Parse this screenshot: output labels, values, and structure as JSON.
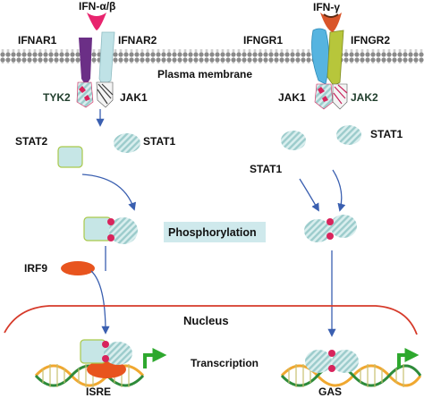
{
  "colors": {
    "arrow": "#3a5fb0",
    "nucleus_line": "#d63a2a",
    "stat1_fill": "#d9eeee",
    "stat1_stripe": "#9ccccc",
    "stat2_fill": "#c6e6e6",
    "stat2_border": "#a9c94a",
    "phospho": "#d8245c",
    "irf9": "#e8541e",
    "gene_arrow": "#2ea82e",
    "phosphorylation_box": "#cfe9ec",
    "ifnar1": "#6b2f86",
    "ifnar2": "#bfe2e6",
    "ifngr1": "#56b4e0",
    "ifngr2": "#b7c63b",
    "ligand_ab": "#e8246e",
    "ligand_g": "#d9552a"
  },
  "labels": {
    "ifn_ab": "IFN-α/β",
    "ifn_g": "IFN-γ",
    "ifnar1": "IFNAR1",
    "ifnar2": "IFNAR2",
    "ifngr1": "IFNGR1",
    "ifngr2": "IFNGR2",
    "membrane": "Plasma membrane",
    "tyk2": "TYK2",
    "jak1_left": "JAK1",
    "jak1_right": "JAK1",
    "jak2": "JAK2",
    "stat2": "STAT2",
    "stat1_left": "STAT1",
    "stat1_r1": "STAT1",
    "stat1_r2": "STAT1",
    "phosphorylation": "Phosphorylation",
    "irf9": "IRF9",
    "nucleus": "Nucleus",
    "transcription": "Transcription",
    "isre": "ISRE",
    "gas": "GAS"
  }
}
